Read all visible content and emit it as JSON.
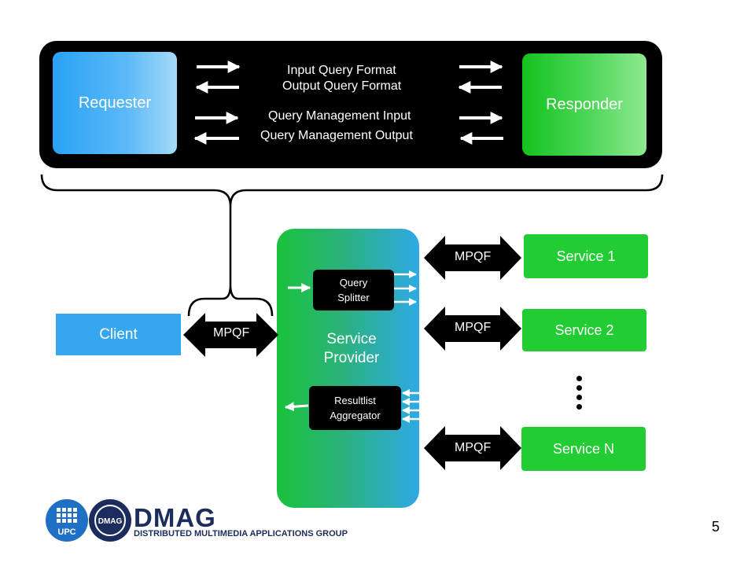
{
  "top": {
    "requester_label": "Requester",
    "responder_label": "Responder",
    "flows": [
      "Input Query Format",
      "Output Query Format",
      "Query Management Input",
      "Query Management Output"
    ]
  },
  "provider": {
    "label_line1": "Service",
    "label_line2": "Provider",
    "splitter_line1": "Query",
    "splitter_line2": "Splitter",
    "aggregator_line1": "Resultlist",
    "aggregator_line2": "Aggregator"
  },
  "client_label": "Client",
  "connector_label": "MPQF",
  "services": [
    "Service 1",
    "Service 2",
    "Service N"
  ],
  "logo": {
    "upc": "UPC",
    "dmag_badge": "DMAG",
    "title": "DMAG",
    "subtitle": "DISTRIBUTED MULTIMEDIA APPLICATIONS GROUP"
  },
  "page_number": "5",
  "colors": {
    "requester": "#2aa2f5",
    "responder": "#14c21e",
    "service": "#22cc33",
    "client": "#35a6ef",
    "logo_blue": "#1c2c5c"
  }
}
